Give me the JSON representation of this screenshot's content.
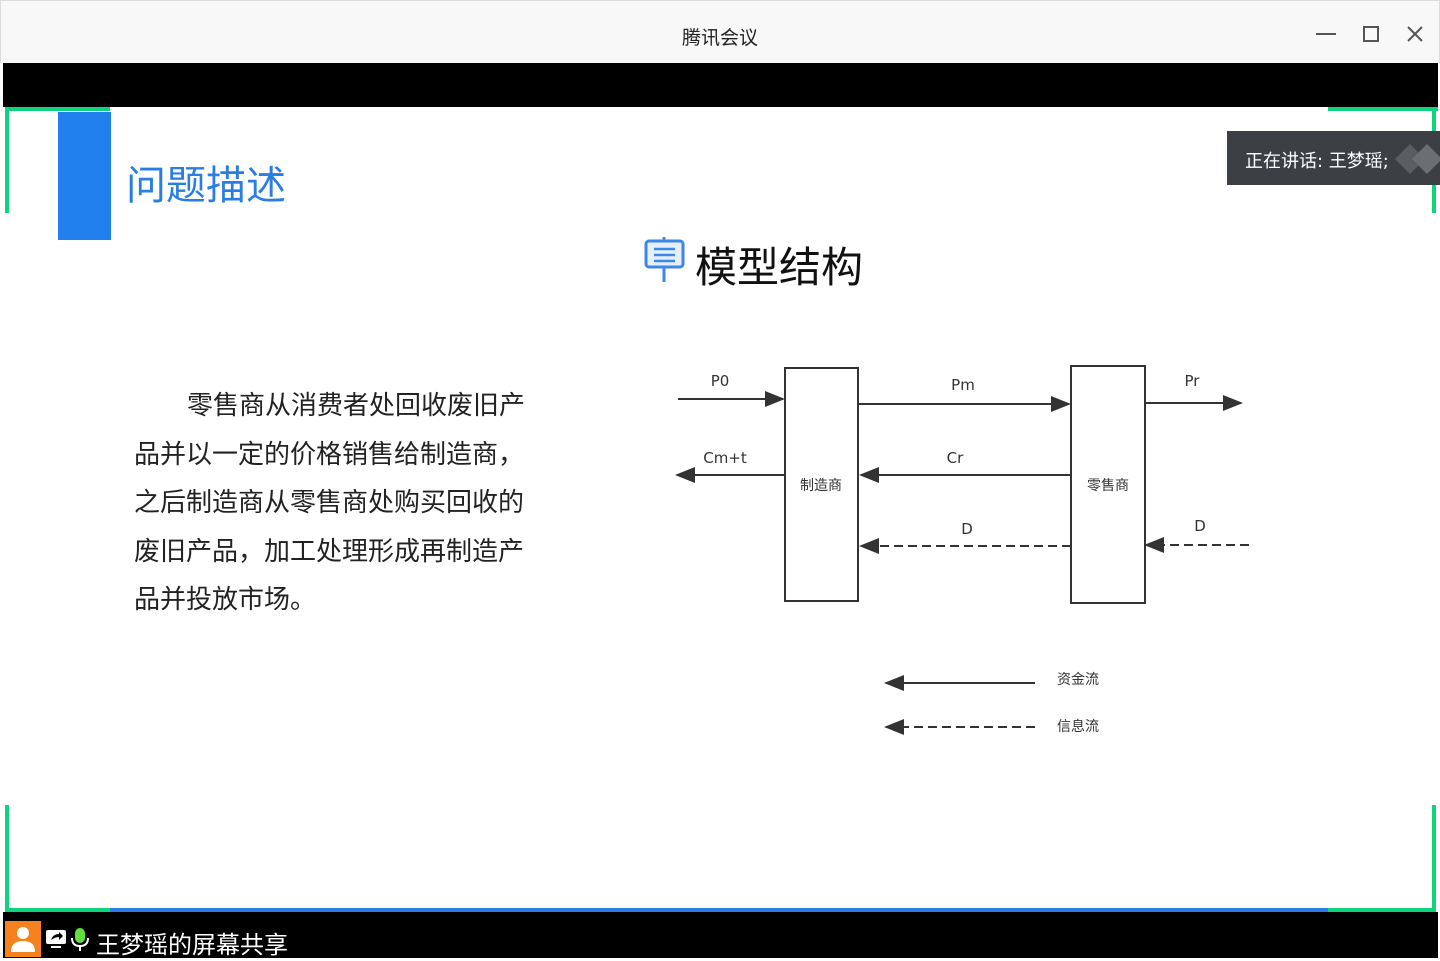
{
  "window": {
    "title": "腾讯会议"
  },
  "speaker": {
    "text": "正在讲话: 王梦瑶;"
  },
  "slide": {
    "section_title": "问题描述",
    "model_title": "模型结构",
    "paragraph": "零售商从消费者处回收废旧产品并以一定的价格销售给制造商，之后制造商从零售商处购买回收的废旧产品，加工处理形成再制造产品并投放市场。",
    "diagram": {
      "manufacturer": "制造商",
      "retailer": "零售商",
      "p0": "P0",
      "pm": "Pm",
      "pr": "Pr",
      "cmt": "Cm+t",
      "cr": "Cr",
      "d1": "D",
      "d2": "D",
      "legend_money": "资金流",
      "legend_info": "信息流"
    }
  },
  "share": {
    "label": "王梦瑶的屏幕共享"
  },
  "colors": {
    "accent": "#2180ee",
    "frame": "#0ed47f",
    "avatar": "#f5821f",
    "mic": "#5fe03c"
  }
}
